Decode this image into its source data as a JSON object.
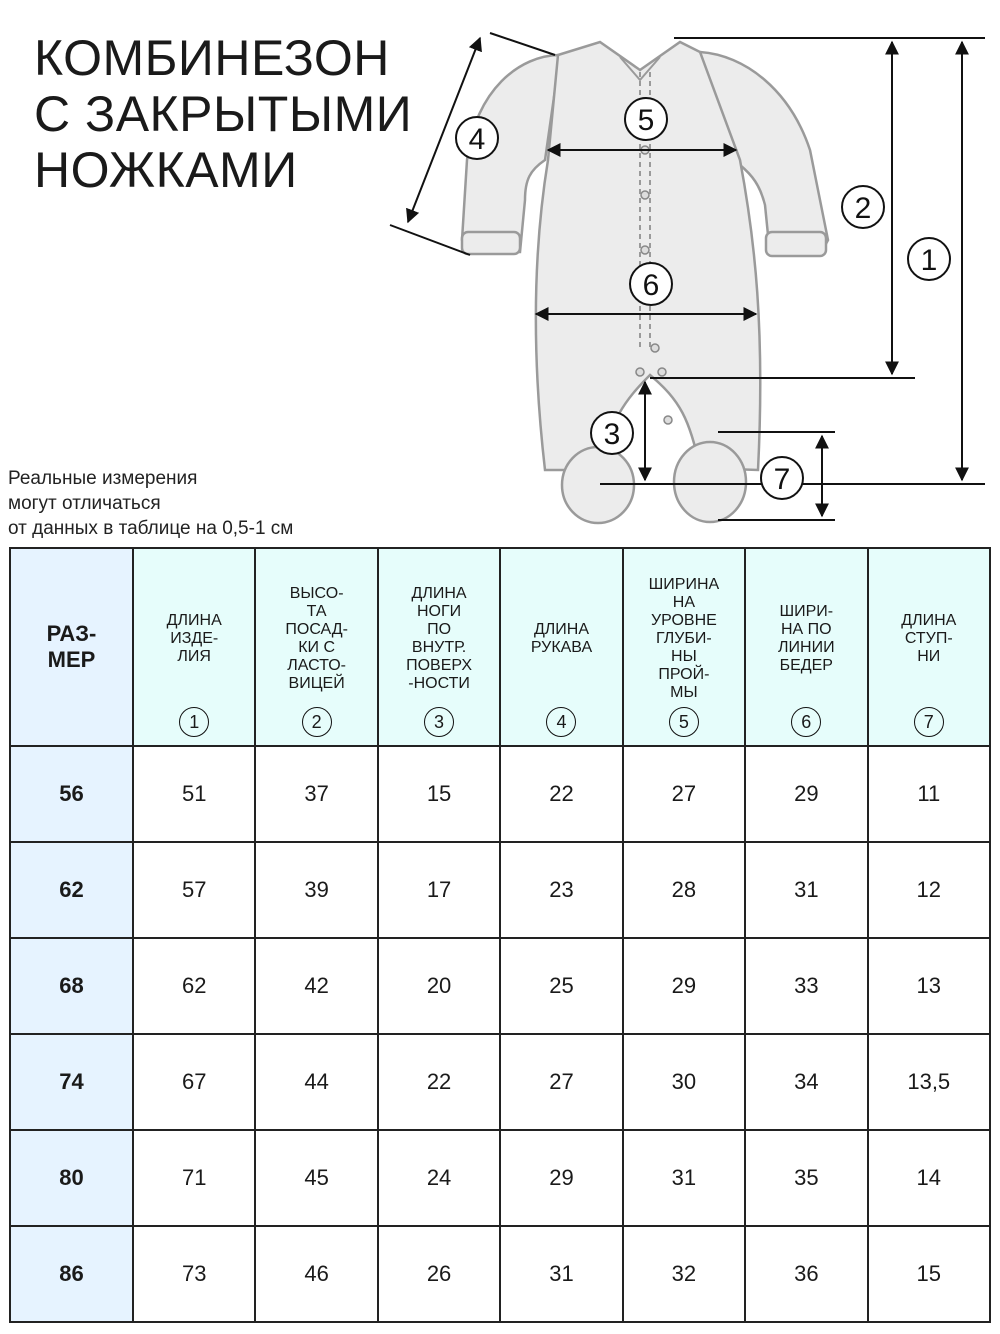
{
  "title_lines": [
    "КОМБИНЕЗОН",
    "С ЗАКРЫТЫМИ",
    "НОЖКАМИ"
  ],
  "note_lines": [
    "Реальные измерения",
    "могут отличаться",
    "от данных в таблице на 0,5-1 см"
  ],
  "diagram_labels": {
    "m1": "1",
    "m2": "2",
    "m3": "3",
    "m4": "4",
    "m5": "5",
    "m6": "6",
    "m7": "7"
  },
  "table": {
    "size_header": "РАЗ-\nМЕР",
    "columns": [
      {
        "label": "ДЛИНА\nИЗДЕ-\nЛИЯ",
        "num": "1"
      },
      {
        "label": "ВЫСО-\nТА\nПОСАД-\nКИ С\nЛАСТО-\nВИЦЕЙ",
        "num": "2"
      },
      {
        "label": "ДЛИНА\nНОГИ\nПО\nВНУТР.\nПОВЕРХ\n-НОСТИ",
        "num": "3"
      },
      {
        "label": "ДЛИНА\nРУКАВА",
        "num": "4"
      },
      {
        "label": "ШИРИНА\nНА\nУРОВНЕ\nГЛУБИ-\nНЫ\nПРОЙ-\nМЫ",
        "num": "5"
      },
      {
        "label": "ШИРИ-\nНА ПО\nЛИНИИ\nБЕДЕР",
        "num": "6"
      },
      {
        "label": "ДЛИНА\nСТУП-\nНИ",
        "num": "7"
      }
    ],
    "rows": [
      {
        "size": "56",
        "values": [
          "51",
          "37",
          "15",
          "22",
          "27",
          "29",
          "11"
        ]
      },
      {
        "size": "62",
        "values": [
          "57",
          "39",
          "17",
          "23",
          "28",
          "31",
          "12"
        ]
      },
      {
        "size": "68",
        "values": [
          "62",
          "42",
          "20",
          "25",
          "29",
          "33",
          "13"
        ]
      },
      {
        "size": "74",
        "values": [
          "67",
          "44",
          "22",
          "27",
          "30",
          "34",
          "13,5"
        ]
      },
      {
        "size": "80",
        "values": [
          "71",
          "45",
          "24",
          "29",
          "31",
          "35",
          "14"
        ]
      },
      {
        "size": "86",
        "values": [
          "73",
          "46",
          "26",
          "31",
          "32",
          "36",
          "15"
        ]
      }
    ]
  }
}
